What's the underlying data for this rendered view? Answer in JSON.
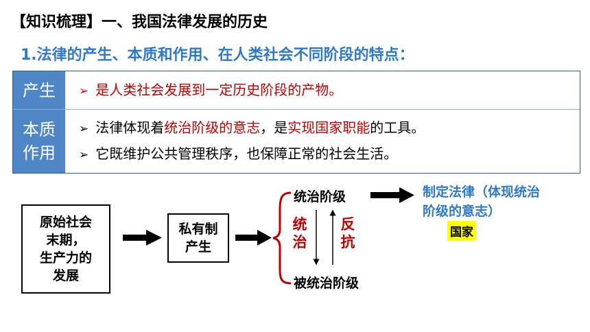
{
  "header": {
    "title": "【知识梳理】一、我国法律发展的历史",
    "subtitle": "1.法律的产生、本质和作用、在人类社会不同阶段的特点："
  },
  "table": {
    "row1": {
      "header": "产生",
      "text": "是人类社会发展到一定历史阶段的产物。"
    },
    "row2": {
      "header_line1": "本质",
      "header_line2": "作用",
      "line1": {
        "p1": "法律体现着",
        "p2": "统治阶级的意志",
        "p3": "，是",
        "p4": "实现国家职能",
        "p5": "的工具。"
      },
      "line2": "它既维护公共管理秩序，也保障正常的社会生活。"
    }
  },
  "diagram": {
    "box1": {
      "line1": "原始社会",
      "line2": "末期，",
      "line3": "生产力的",
      "line4": "发展"
    },
    "box2": {
      "line1": "私有制",
      "line2": "产生"
    },
    "ruling_class": "统治阶级",
    "ruled_class": "被统治阶级",
    "rule_label": {
      "c1": "统",
      "c2": "治"
    },
    "resist_label": {
      "c1": "反",
      "c2": "抗"
    },
    "result": {
      "line1": "制定法律（体现统治",
      "line2": "阶级的意志）"
    },
    "state_label": "国家"
  },
  "colors": {
    "accent_blue": "#2f79c9",
    "table_header_bg": "#4f86c6",
    "highlight_red": "#c00000",
    "state_highlight": "#ffff00"
  },
  "icons": {
    "bullet": "arrow-bullet-icon"
  }
}
